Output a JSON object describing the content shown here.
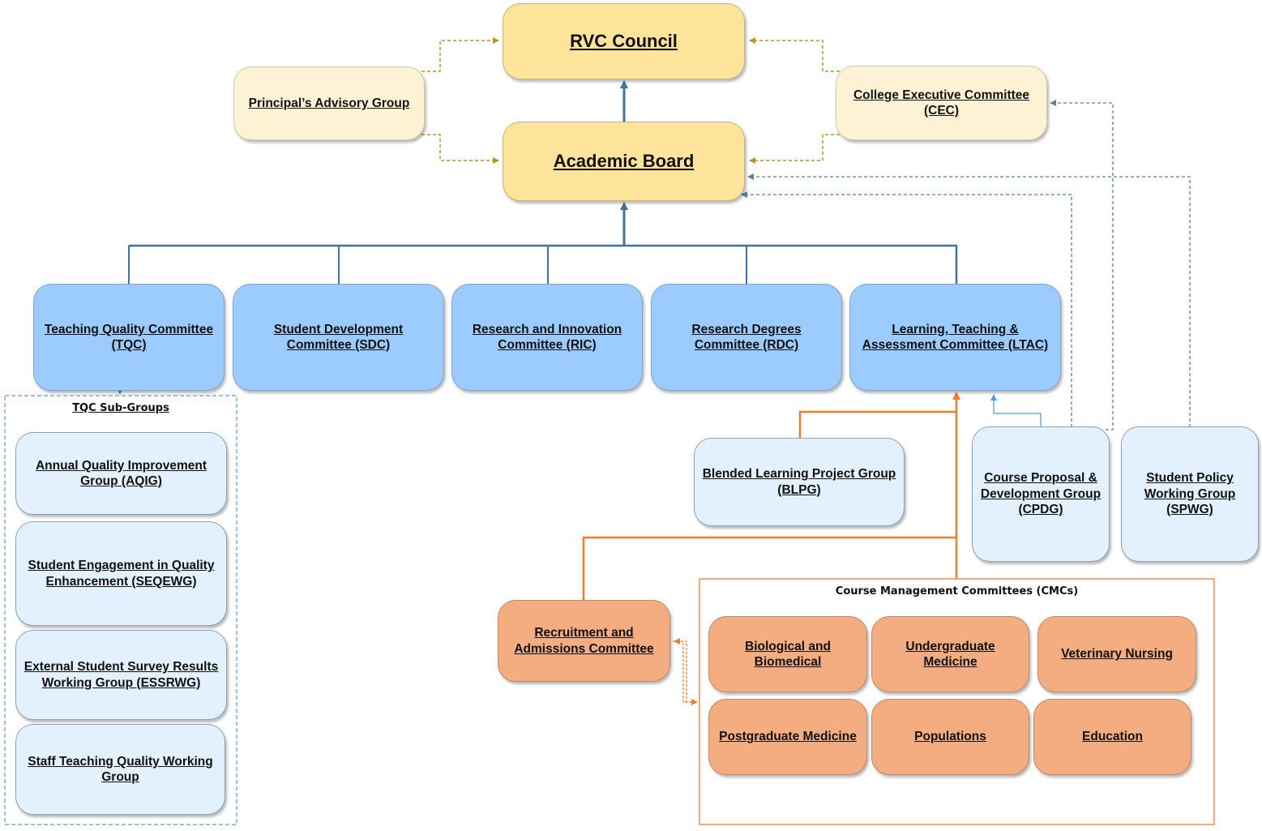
{
  "top": {
    "rvc_council": "RVC Council",
    "academic_board": "Academic Board",
    "principals_advisory_group": "Principal’s Advisory Group",
    "cec_line1": "College Executive Committee",
    "cec_line2": "(CEC)"
  },
  "committees": {
    "tqc_line1": "Teaching Quality Committee",
    "tqc_line2": "(TQC)",
    "sdc_line1": "Student Development",
    "sdc_line2": "Committee (SDC)",
    "ric_line1": "Research and Innovation",
    "ric_line2": "Committee (RIC)",
    "rdc_line1": "Research Degrees",
    "rdc_line2": "Committee (RDC)",
    "ltac_line1": "Learning, Teaching &",
    "ltac_line2": "Assessment Committee (LTAC)"
  },
  "tqc_subgroups": {
    "title": "TQC Sub-Groups",
    "aqig_line1": "Annual Quality Improvement",
    "aqig_line2": "Group (AQIG)",
    "seqewg_line1": "Student Engagement in Quality",
    "seqewg_line2": "Enhancement (SEQEWG)",
    "essrwg_line1": "External Student Survey Results",
    "essrwg_line2": "Working Group (ESSRWG)",
    "stqwg_line1": "Staff Teaching Quality Working",
    "stqwg_line2": "Group"
  },
  "ltac_groups": {
    "blpg_line1": "Blended Learning Project Group",
    "blpg_line2": "(BLPG)",
    "cpdg_line1": "Course Proposal &",
    "cpdg_line2": "Development Group",
    "cpdg_line3": "(CPDG)",
    "spwg_line1": "Student Policy",
    "spwg_line2": "Working Group",
    "spwg_line3": "(SPWG)",
    "rac_line1": "Recruitment and",
    "rac_line2": "Admissions Committee"
  },
  "cmcs": {
    "title": "Course Management Committees (CMCs)",
    "bio_line1": "Biological and",
    "bio_line2": "Biomedical",
    "ugm_line1": "Undergraduate",
    "ugm_line2": "Medicine",
    "vn": "Veterinary Nursing",
    "pgm": "Postgraduate Medicine",
    "populations": "Populations",
    "education": "Education"
  },
  "colors": {
    "solid_blue": "#41719c",
    "dashed_blue": "#5a7fa8",
    "dashed_gold": "#b8961e",
    "orange": "#ed7d31"
  }
}
